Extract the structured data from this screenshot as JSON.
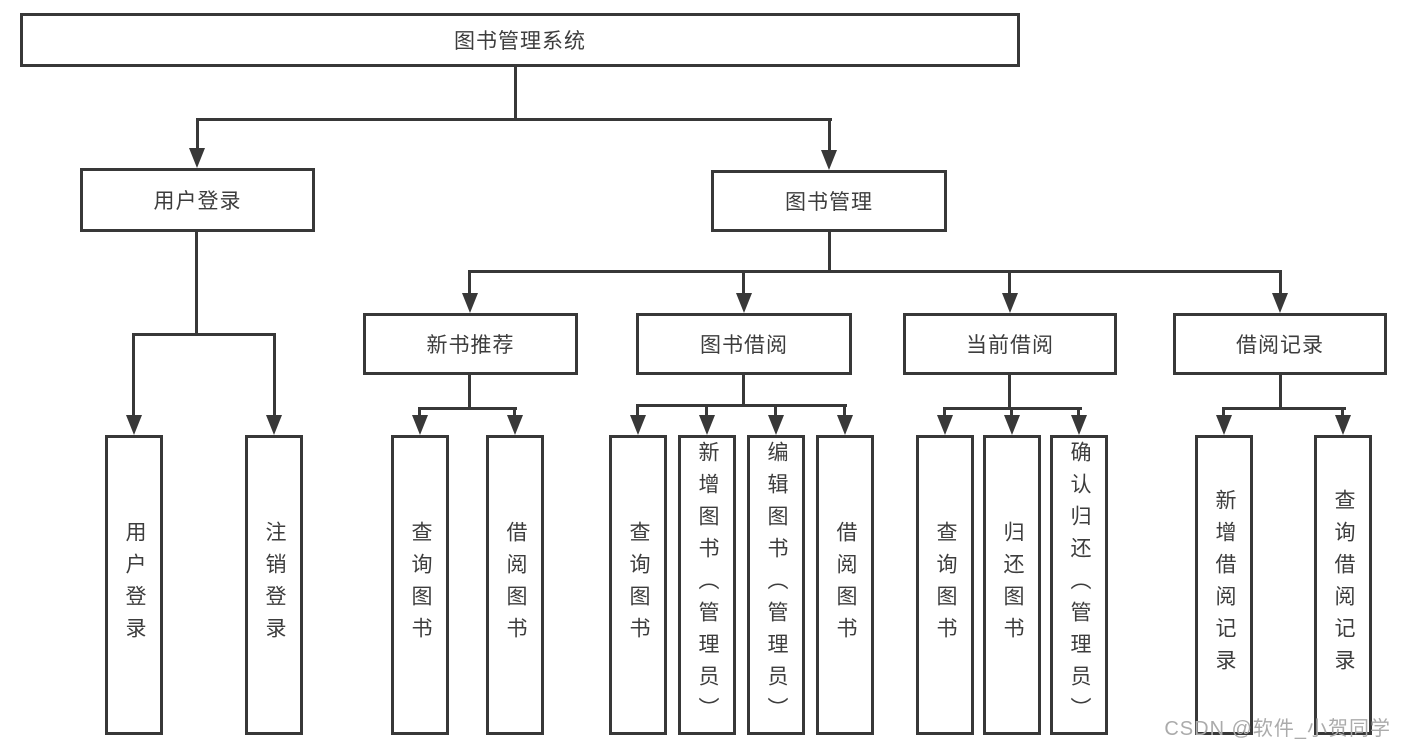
{
  "nodes": {
    "root": "图书管理系统",
    "user_login": "用户登录",
    "book_mgmt": "图书管理",
    "new_book_rec": "新书推荐",
    "book_borrow": "图书借阅",
    "current_borrow": "当前借阅",
    "borrow_record": "借阅记录",
    "leaf_user_login": "用户登录",
    "leaf_logout": "注销登录",
    "leaf_rec_query": "查询图书",
    "leaf_rec_borrow": "借阅图书",
    "leaf_bb_query": "查询图书",
    "leaf_bb_add": "新增图书（管理员）",
    "leaf_bb_edit": "编辑图书（管理员）",
    "leaf_bb_borrow": "借阅图书",
    "leaf_cb_query": "查询图书",
    "leaf_cb_return": "归还图书",
    "leaf_cb_confirm": "确认归还（管理员）",
    "leaf_br_add": "新增借阅记录",
    "leaf_br_query": "查询借阅记录"
  },
  "watermark": "CSDN @软件_小贺同学",
  "colors": {
    "line": "#383838",
    "text": "#3d3d3d",
    "watermark": "#ababab"
  }
}
